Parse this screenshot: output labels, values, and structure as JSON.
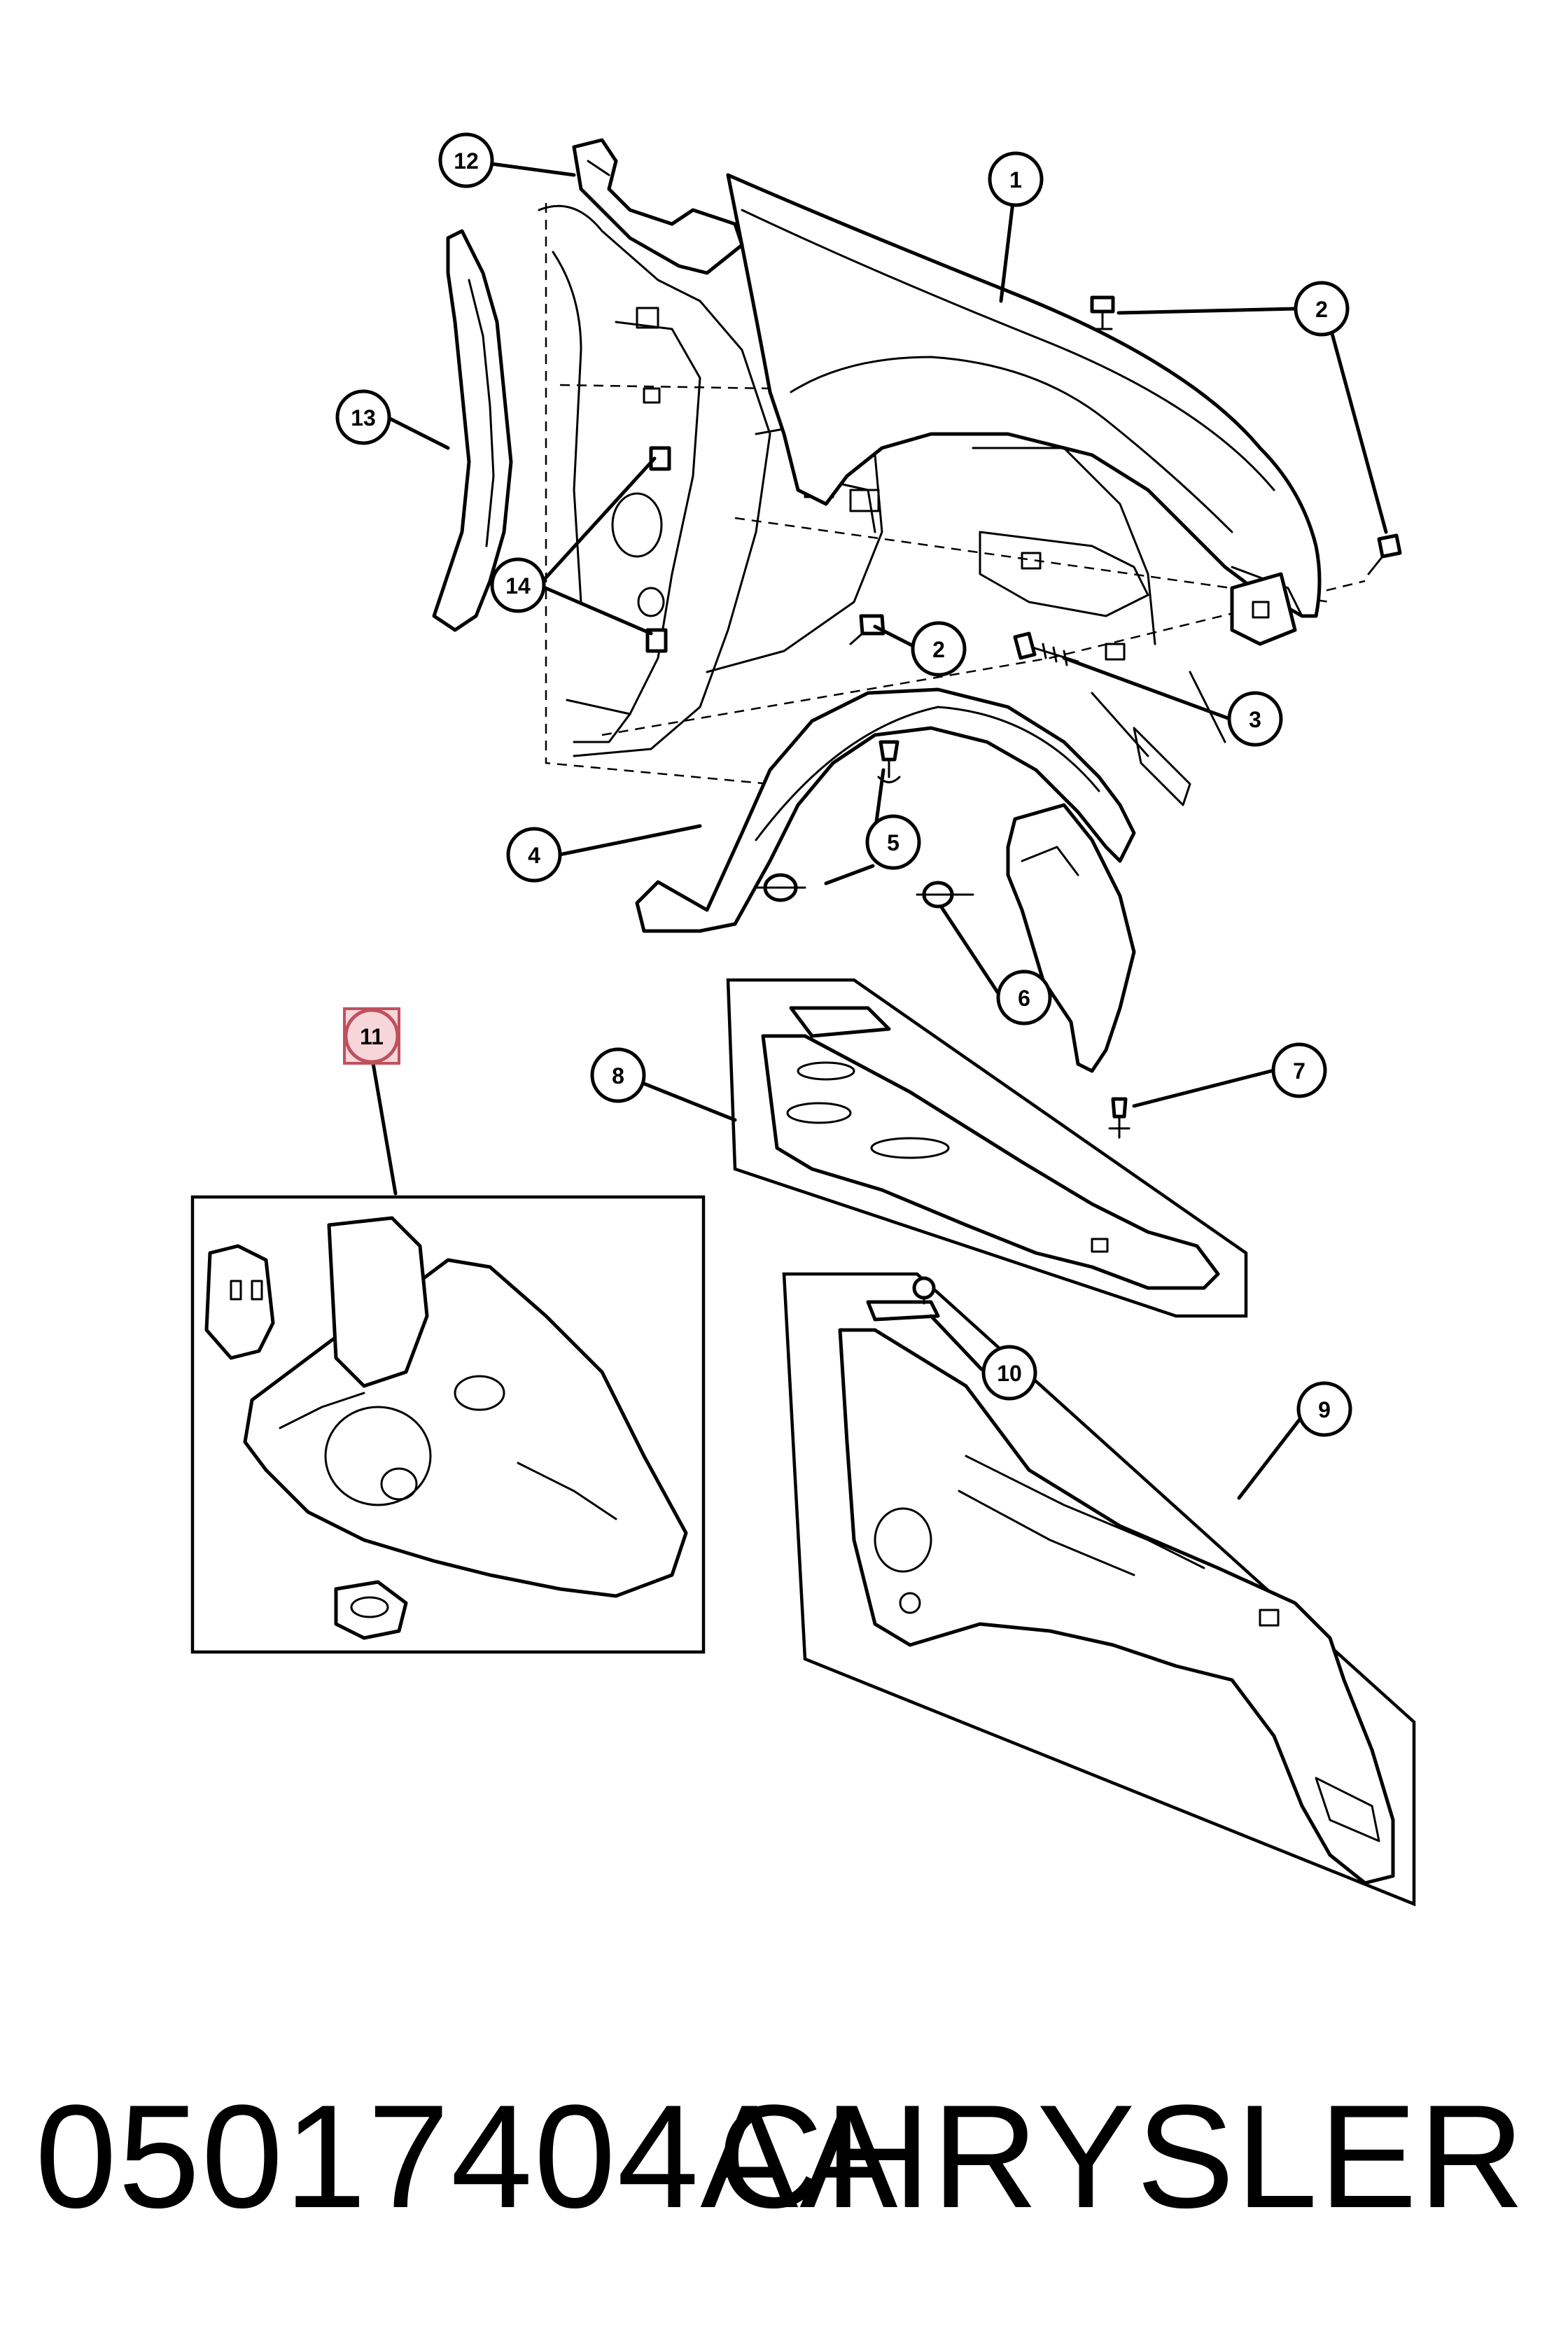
{
  "callouts": {
    "c1": "1",
    "c2a": "2",
    "c2b": "2",
    "c3": "3",
    "c4": "4",
    "c5": "5",
    "c6": "6",
    "c7": "7",
    "c8": "8",
    "c9": "9",
    "c10": "10",
    "c11": "11",
    "c12": "12",
    "c13": "13",
    "c14": "14"
  },
  "highlighted_callout": "11",
  "footer": {
    "part_number": "05017404AA",
    "brand": "CHRYSLER"
  }
}
